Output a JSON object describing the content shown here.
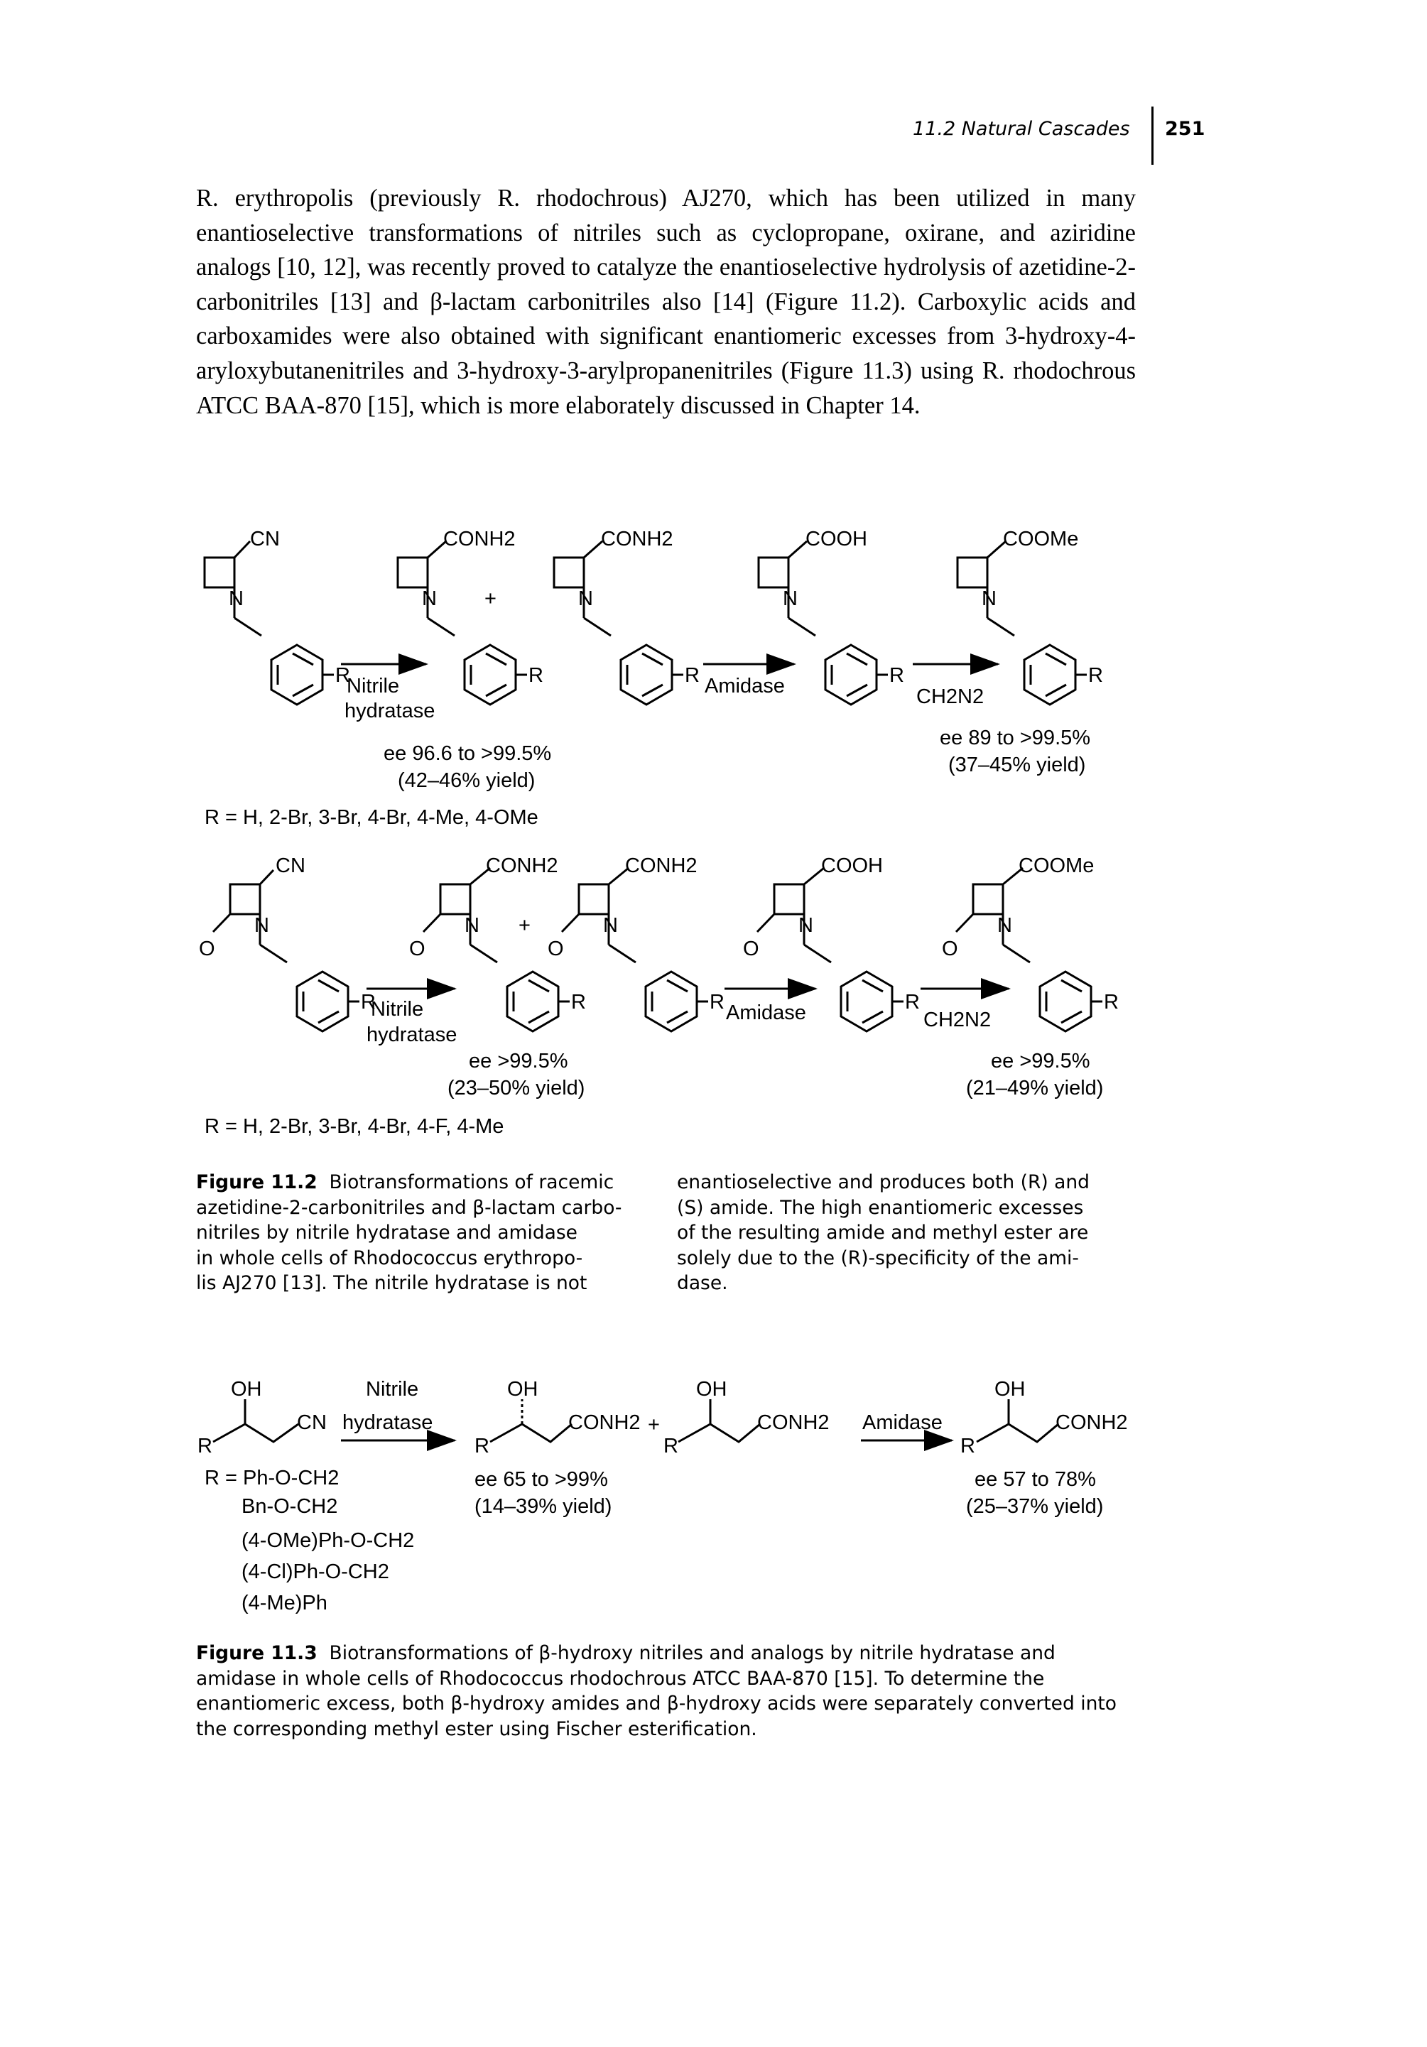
{
  "header": {
    "section_title": "11.2 Natural Cascades",
    "page_number": "251"
  },
  "body_paragraph": "R. erythropolis (previously R. rhodochrous) AJ270, which has been utilized in many enantioselective transformations of nitriles such as cyclopropane, oxirane, and aziridine analogs [10, 12], was recently proved to catalyze the enantioselective hydrolysis of azetidine-2-carbonitriles [13] and β-lactam carbonitriles also [14] (Figure 11.2). Carboxylic acids and carboxamides were also obtained with significant enantiomeric excesses from 3-hydroxy-4-aryloxybutanenitriles and 3-hydroxy-3-arylpropanenitriles (Figure 11.3) using R. rhodochrous ATCC BAA-870 [15], which is more elaborately discussed in Chapter 14.",
  "fig2_row1": {
    "sub_cn": "CN",
    "sub_conh2": "CONH2",
    "sub_cooh": "COOH",
    "sub_coome": "COOMe",
    "n": "N",
    "r": "R",
    "plus": "+",
    "arrow1_top": "Nitrile",
    "arrow1_bottom": "hydratase",
    "arrow2": "Amidase",
    "arrow3": "CH2N2",
    "ee_left": "ee 96.6 to >99.5%",
    "yield_left": "(42–46% yield)",
    "ee_right": "ee 89 to >99.5%",
    "yield_right": "(37–45% yield)",
    "r_groups": "R = H, 2-Br, 3-Br, 4-Br, 4-Me, 4-OMe"
  },
  "fig2_row2": {
    "o": "O",
    "ee_left": "ee >99.5%",
    "yield_left": "(23–50% yield)",
    "ee_right": "ee >99.5%",
    "yield_right": "(21–49% yield)",
    "r_groups": "R = H, 2-Br, 3-Br, 4-Br, 4-F, 4-Me"
  },
  "fig2_caption": {
    "label": "Figure 11.2",
    "left_lines": [
      "Biotransformations of racemic",
      "azetidine-2-carbonitriles and β-lactam carbo-",
      "nitriles by nitrile hydratase and amidase",
      "in whole cells of Rhodococcus erythropo-",
      "lis AJ270 [13]. The nitrile hydratase is not"
    ],
    "right_lines": [
      "enantioselective and produces both (R) and",
      "(S) amide. The high enantiomeric excesses",
      "of the resulting amide and methyl ester are",
      "solely due to the (R)-specificity of the ami-",
      "dase."
    ]
  },
  "fig3": {
    "oh": "OH",
    "cn": "CN",
    "conh2": "CONH2",
    "r": "R",
    "plus": "+",
    "arrow1_top": "Nitrile",
    "arrow1_bottom": "hydratase",
    "arrow2": "Amidase",
    "r_list": [
      "R = Ph-O-CH2",
      "Bn-O-CH2",
      "(4-OMe)Ph-O-CH2",
      "(4-Cl)Ph-O-CH2",
      "(4-Me)Ph"
    ],
    "ee_mid": "ee 65 to >99%",
    "yield_mid": "(14–39% yield)",
    "ee_right": "ee 57 to 78%",
    "yield_right": "(25–37% yield)"
  },
  "fig3_caption": {
    "label": "Figure 11.3",
    "text": "Biotransformations of β-hydroxy nitriles and analogs by nitrile hydratase and amidase in whole cells of Rhodococcus rhodochrous ATCC BAA-870 [15]. To determine the enantiomeric excess, both β-hydroxy amides and β-hydroxy acids were separately converted into the corresponding methyl ester using Fischer esterification."
  }
}
